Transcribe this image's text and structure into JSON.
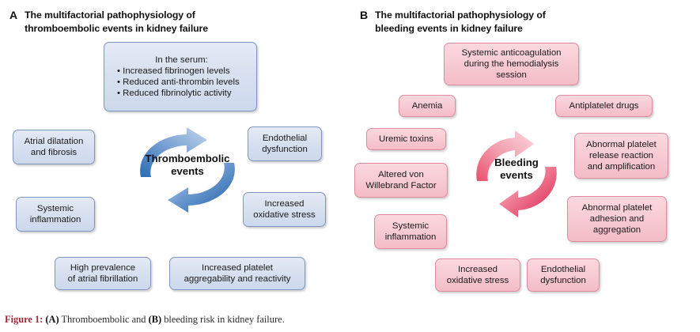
{
  "panels": {
    "a": {
      "letter": "A",
      "title": "The multifactorial pathophysiology of\nthromboembolic events in kidney failure",
      "accent": "#2f6fb5",
      "box_fill": "#d6dfef",
      "box_border": "#7f97bd",
      "center_label": "Thromboembolic\nevents",
      "serum": {
        "title": "In the serum:",
        "items": [
          "• Increased fibrinogen levels",
          "• Reduced anti-thrombin levels",
          "• Reduced fibrinolytic activity"
        ]
      },
      "nodes": [
        "Atrial dilatation\nand fibrosis",
        "Systemic\ninflammation",
        "Endothelial\ndysfunction",
        "Increased\noxidative stress",
        "High prevalence\nof atrial fibrillation",
        "Increased platelet\naggregability and reactivity"
      ]
    },
    "b": {
      "letter": "B",
      "title": "The multifactorial pathophysiology of\nbleeding events in kidney failure",
      "accent": "#e0455f",
      "box_fill": "#f7c9d2",
      "box_border": "#de8ba0",
      "center_label": "Bleeding\nevents",
      "nodes": [
        "Systemic anticoagulation\nduring the hemodialysis\nsession",
        "Anemia",
        "Antiplatelet drugs",
        "Uremic toxins",
        "Abnormal platelet\nrelease reaction\nand amplification",
        "Altered von\nWillebrand Factor",
        "Abnormal platelet\nadhesion and\naggregation",
        "Systemic\ninflammation",
        "Increased\noxidative stress",
        "Endothelial\ndysfunction"
      ]
    }
  },
  "caption": {
    "label": "Figure 1:",
    "mark_a": "(A)",
    "text_1": " Thromboembolic and ",
    "mark_b": "(B)",
    "text_2": " bleeding risk in kidney failure."
  }
}
